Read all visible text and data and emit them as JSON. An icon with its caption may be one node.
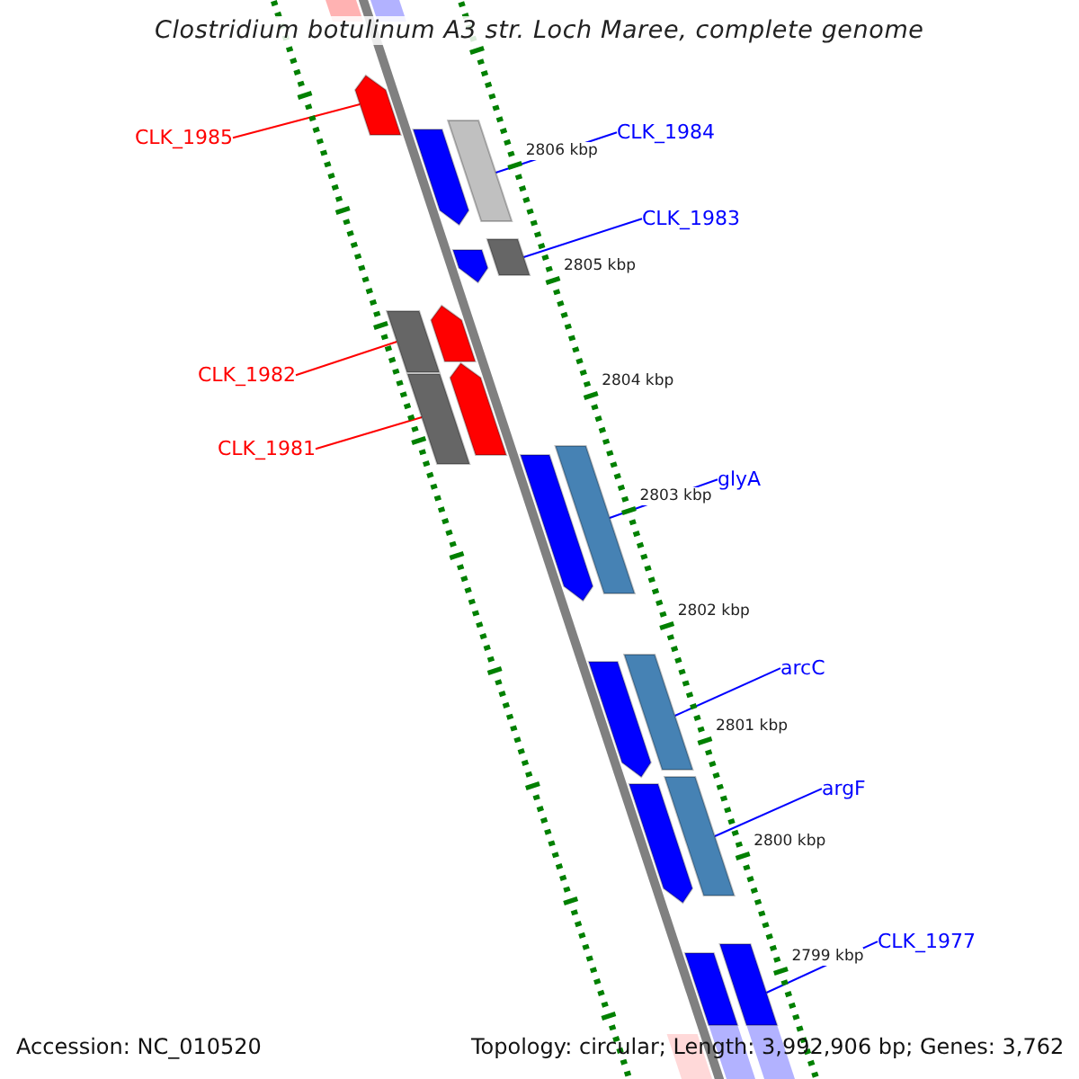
{
  "diagram": {
    "title": "Clostridium botulinum A3 str. Loch Maree, complete genome",
    "nodes": [
      {
        "text": [
          "CLK_1985"
        ]
      },
      {
        "text": [
          "CLK_1984"
        ]
      },
      {
        "text": [
          "CLK_1983"
        ]
      },
      {
        "text": [
          "CLK_1982"
        ]
      },
      {
        "text": [
          "CLK_1981"
        ]
      },
      {
        "text": [
          "glyA"
        ]
      },
      {
        "text": [
          "arcC"
        ]
      },
      {
        "text": [
          "argF"
        ]
      },
      {
        "text": [
          "CLK_1977"
        ]
      },
      {
        "text": [],
        "shape": "arrow"
      },
      {
        "text": [],
        "shape": "arrow"
      },
      {
        "text": [],
        "shape": "arrow"
      },
      {
        "text": [],
        "shape": "arrow"
      },
      {
        "text": [],
        "shape": "arrow"
      },
      {
        "text": [],
        "shape": "arrow"
      },
      {
        "text": [],
        "shape": "arrow"
      },
      {
        "text": [],
        "shape": "arrow"
      },
      {
        "text": [],
        "shape": "arrow"
      }
    ],
    "edges": [
      {
        "from": 0,
        "to": 9,
        "arrow": "none",
        "color": "#ff0000"
      },
      {
        "from": 1,
        "to": 10,
        "arrow": "none"
      },
      {
        "from": 2,
        "to": 11,
        "arrow": "none"
      },
      {
        "from": 3,
        "to": 12,
        "arrow": "none",
        "color": "#ff0000"
      },
      {
        "from": 4,
        "to": 13,
        "arrow": "none",
        "color": "#ff0000"
      },
      {
        "from": 5,
        "to": 14,
        "arrow": "none"
      },
      {
        "from": 6,
        "to": 15,
        "arrow": "none"
      },
      {
        "from": 7,
        "to": 16,
        "arrow": "none"
      },
      {
        "from": 8,
        "to": 17,
        "arrow": "none"
      }
    ],
    "labels": [
      "2806 kbp",
      "2805 kbp",
      "2804 kbp",
      "2803 kbp",
      "2802 kbp",
      "2801 kbp",
      "2800 kbp",
      "2799 kbp",
      "Accession: NC_010520",
      "Topology: circular; Length: 3,992,906 bp; Genes: 3,762"
    ]
  }
}
